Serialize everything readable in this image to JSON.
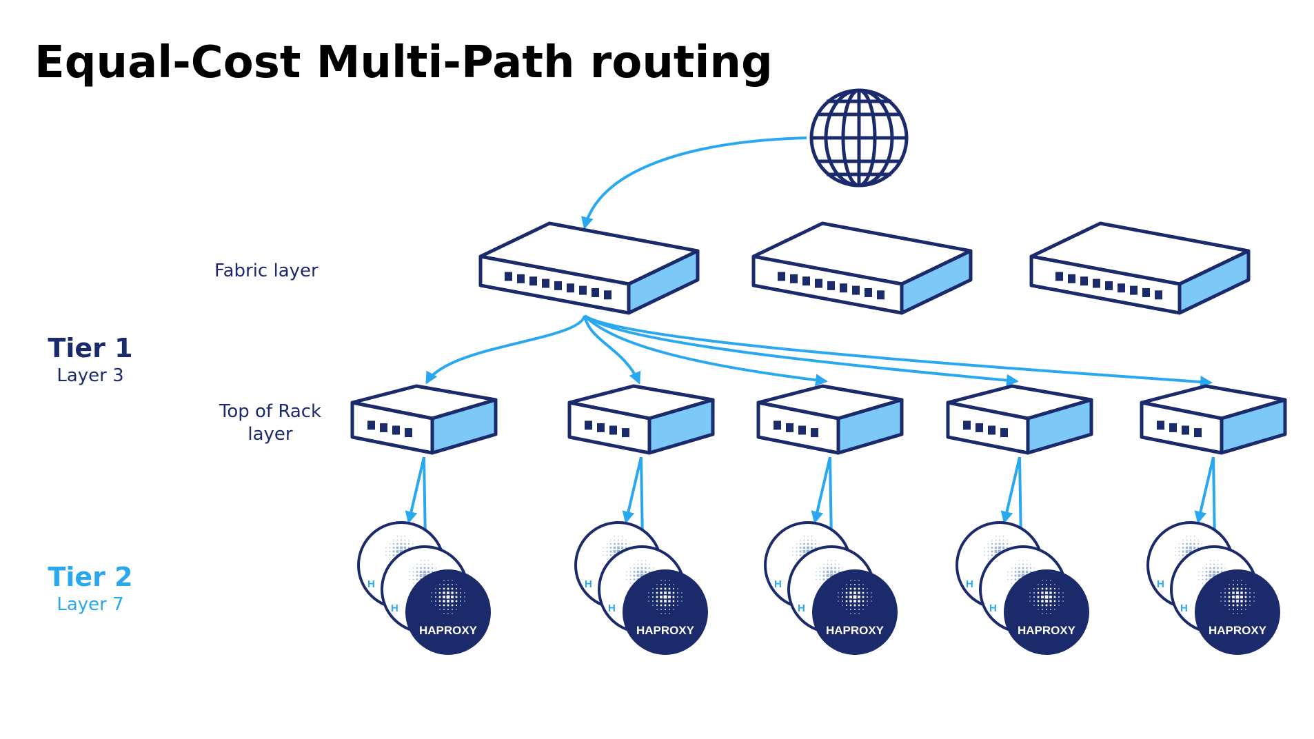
{
  "title": "Equal-Cost Multi-Path routing",
  "labels": {
    "fabric": "Fabric layer",
    "tor_line1": "Top of Rack",
    "tor_line2": "layer"
  },
  "tiers": {
    "tier1": {
      "name": "Tier 1",
      "layer": "Layer 3"
    },
    "tier2": {
      "name": "Tier 2",
      "layer": "Layer 7"
    }
  },
  "node_text": "HAPROXY",
  "icons": {
    "internet": "globe-icon",
    "switch": "network-switch-icon",
    "loadbalancer": "haproxy-logo-icon"
  },
  "colors": {
    "navy": "#1b2a6b",
    "accent_blue": "#29a8ef",
    "switch_side": "#7cc8f6"
  }
}
